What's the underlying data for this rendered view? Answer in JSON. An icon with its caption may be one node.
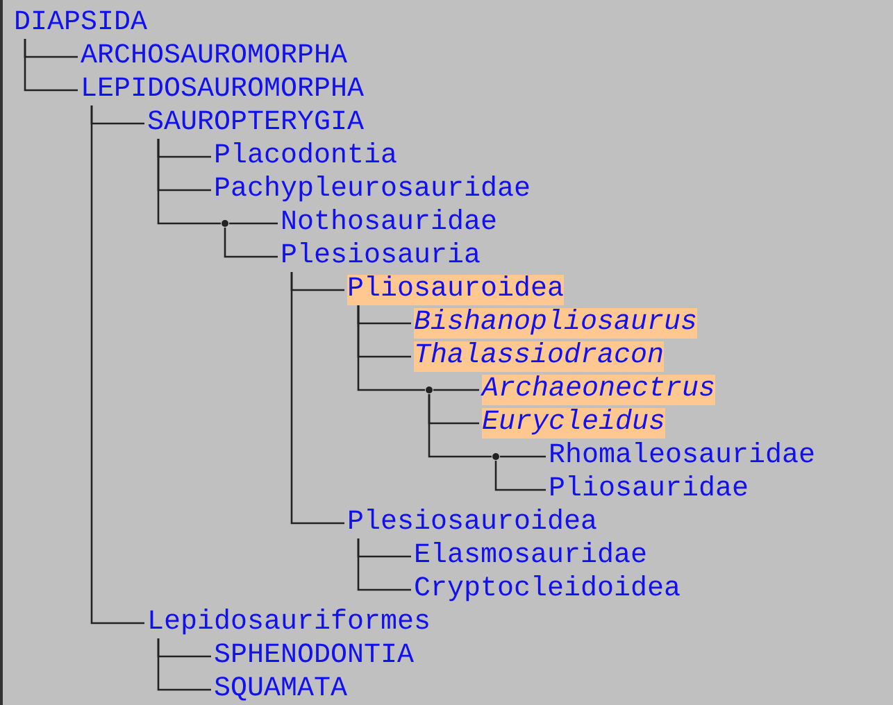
{
  "diagram": {
    "nodes": [
      {
        "text": [
          "DIAPSIDA"
        ]
      },
      {
        "text": [
          "ARCHOSAUROMORPHA"
        ]
      },
      {
        "text": [
          "LEPIDOSAUROMORPHA"
        ]
      },
      {
        "text": [
          "SAUROPTERYGIA"
        ]
      },
      {
        "text": [
          "Placodontia"
        ]
      },
      {
        "text": [
          "Pachypleurosauridae"
        ]
      },
      {
        "text": [],
        "shape": "point"
      },
      {
        "text": [
          "Nothosauridae"
        ]
      },
      {
        "text": [
          "Plesiosauria"
        ]
      },
      {
        "text": [
          "Pliosauroidea"
        ]
      },
      {
        "text": [
          "Bishanopliosaurus"
        ]
      },
      {
        "text": [
          "Thalassiodracon"
        ]
      },
      {
        "text": [],
        "shape": "point"
      },
      {
        "text": [
          "Archaeonectrus"
        ]
      },
      {
        "text": [
          "Eurycleidus"
        ]
      },
      {
        "text": [],
        "shape": "point"
      },
      {
        "text": [
          "Rhomaleosauridae"
        ]
      },
      {
        "text": [
          "Pliosauridae"
        ]
      },
      {
        "text": [
          "Plesiosauroidea"
        ]
      },
      {
        "text": [
          "Elasmosauridae"
        ]
      },
      {
        "text": [
          "Cryptocleidoidea"
        ]
      },
      {
        "text": [
          "Lepidosauriformes"
        ]
      },
      {
        "text": [
          "SPHENODONTIA"
        ]
      },
      {
        "text": [
          "SQUAMATA"
        ]
      }
    ],
    "edges": [
      {
        "from": 0,
        "to": 1,
        "arrow": "none"
      },
      {
        "from": 0,
        "to": 2,
        "arrow": "none"
      },
      {
        "from": 2,
        "to": 3,
        "arrow": "none"
      },
      {
        "from": 3,
        "to": 4,
        "arrow": "none"
      },
      {
        "from": 3,
        "to": 5,
        "arrow": "none"
      },
      {
        "from": 3,
        "to": 6,
        "arrow": "none"
      },
      {
        "from": 6,
        "to": 7,
        "arrow": "none"
      },
      {
        "from": 6,
        "to": 8,
        "arrow": "none"
      },
      {
        "from": 8,
        "to": 9,
        "arrow": "none"
      },
      {
        "from": 8,
        "to": 18,
        "arrow": "none"
      },
      {
        "from": 9,
        "to": 10,
        "arrow": "none"
      },
      {
        "from": 9,
        "to": 11,
        "arrow": "none"
      },
      {
        "from": 9,
        "to": 12,
        "arrow": "none"
      },
      {
        "from": 12,
        "to": 13,
        "arrow": "none"
      },
      {
        "from": 12,
        "to": 14,
        "arrow": "none"
      },
      {
        "from": 12,
        "to": 15,
        "arrow": "none"
      },
      {
        "from": 15,
        "to": 16,
        "arrow": "none"
      },
      {
        "from": 15,
        "to": 17,
        "arrow": "none"
      },
      {
        "from": 18,
        "to": 19,
        "arrow": "none"
      },
      {
        "from": 18,
        "to": 20,
        "arrow": "none"
      },
      {
        "from": 2,
        "to": 21,
        "arrow": "none"
      },
      {
        "from": 21,
        "to": 22,
        "arrow": "none"
      },
      {
        "from": 21,
        "to": 23,
        "arrow": "none"
      }
    ]
  }
}
